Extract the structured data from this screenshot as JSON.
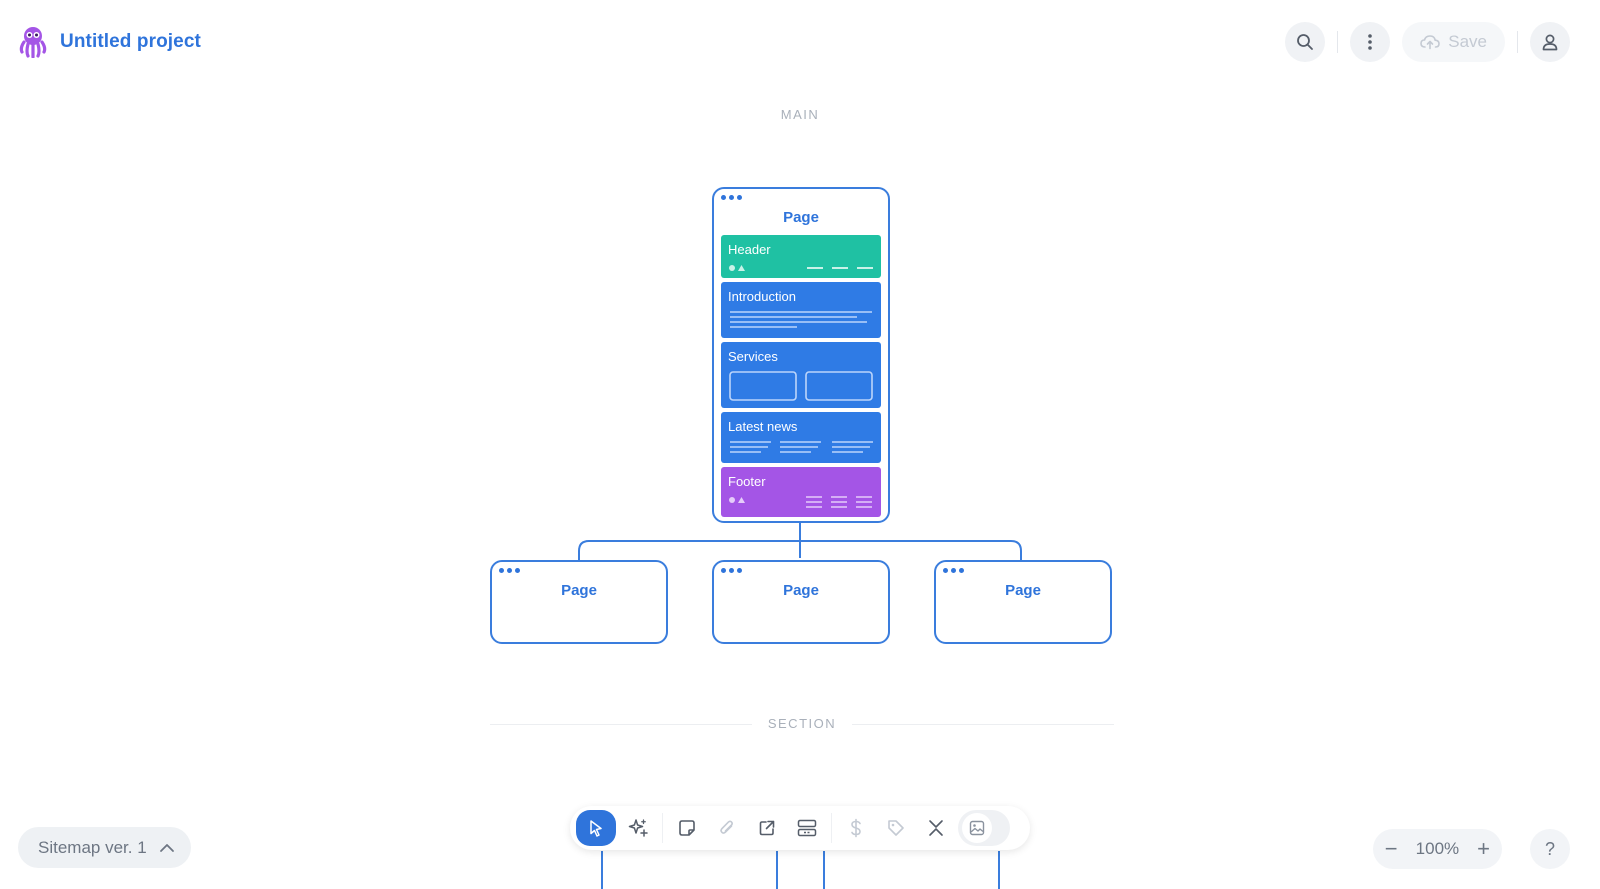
{
  "header": {
    "project_title": "Untitled project",
    "logo_icon": "octopus-logo-icon",
    "save_label": "Save"
  },
  "canvas": {
    "main_label": "MAIN",
    "section_label": "SECTION",
    "main_page": {
      "title": "Page",
      "blocks": [
        {
          "label": "Header",
          "color": "#1fc1a3"
        },
        {
          "label": "Introduction",
          "color": "#2f7be5"
        },
        {
          "label": "Services",
          "color": "#2f7be5"
        },
        {
          "label": "Latest news",
          "color": "#2f7be5"
        },
        {
          "label": "Footer",
          "color": "#a455e6"
        }
      ]
    },
    "child_pages": [
      {
        "title": "Page"
      },
      {
        "title": "Page"
      },
      {
        "title": "Page"
      }
    ]
  },
  "footer": {
    "sitemap_label": "Sitemap ver. 1",
    "zoom_level": "100%",
    "zoom_out": "−",
    "zoom_in": "+",
    "help": "?"
  },
  "colors": {
    "accent": "#2f74db",
    "header_block": "#1fc1a3",
    "content_block": "#2f7be5",
    "footer_block": "#a455e6"
  }
}
